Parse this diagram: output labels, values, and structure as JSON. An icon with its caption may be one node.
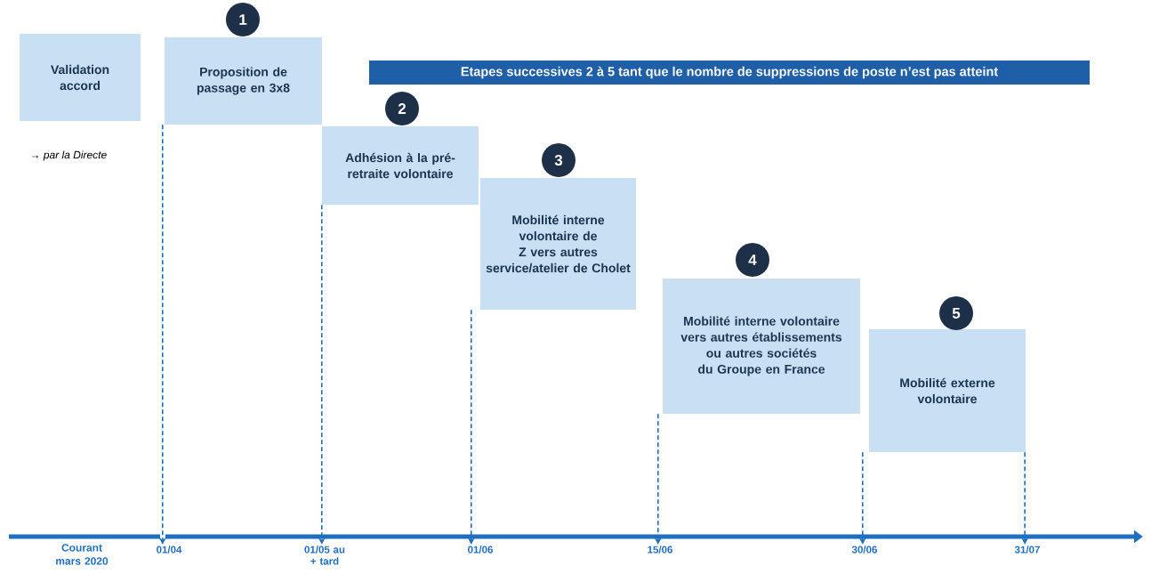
{
  "diagram": {
    "nodes": [
      {
        "text": [
          "Validation accord"
        ]
      },
      {
        "text": [
          "1",
          "Proposition de passage en 3x8"
        ]
      },
      {
        "text": [
          "2",
          "Adhésion à la pré-retraite volontaire"
        ]
      },
      {
        "text": [
          "3",
          "Mobilité interne volontaire de Z vers autres service/atelier de Cholet"
        ]
      },
      {
        "text": [
          "4",
          "Mobilité interne volontaire vers autres établissements ou autres sociétés du Groupe en France"
        ]
      },
      {
        "text": [
          "5",
          "Mobilité externe volontaire"
        ]
      },
      {
        "text": [
          "Etapes successives 2 à 5 tant que le nombre de suppressions de poste n’est pas atteint"
        ]
      },
      {
        "text": [
          "01/04"
        ]
      },
      {
        "text": [
          "01/05 au + tard"
        ]
      },
      {
        "text": [
          "01/06"
        ]
      },
      {
        "text": [
          "15/06"
        ]
      },
      {
        "text": [
          "30/06"
        ]
      },
      {
        "text": [
          "31/07"
        ]
      }
    ],
    "edges": [
      {
        "from": 1,
        "to": 7,
        "arrow": "to",
        "style": "dashed"
      },
      {
        "from": 2,
        "to": 8,
        "arrow": "to",
        "style": "dashed"
      },
      {
        "from": 3,
        "to": 9,
        "arrow": "to",
        "style": "dashed"
      },
      {
        "from": 4,
        "to": 10,
        "arrow": "to",
        "style": "dashed"
      },
      {
        "from": 5,
        "to": 11,
        "arrow": "to",
        "style": "dashed"
      },
      {
        "from": 5,
        "to": 12,
        "arrow": "to",
        "style": "dashed"
      }
    ],
    "labels": [
      "→ par la Directe",
      "Courant mars 2020"
    ]
  }
}
